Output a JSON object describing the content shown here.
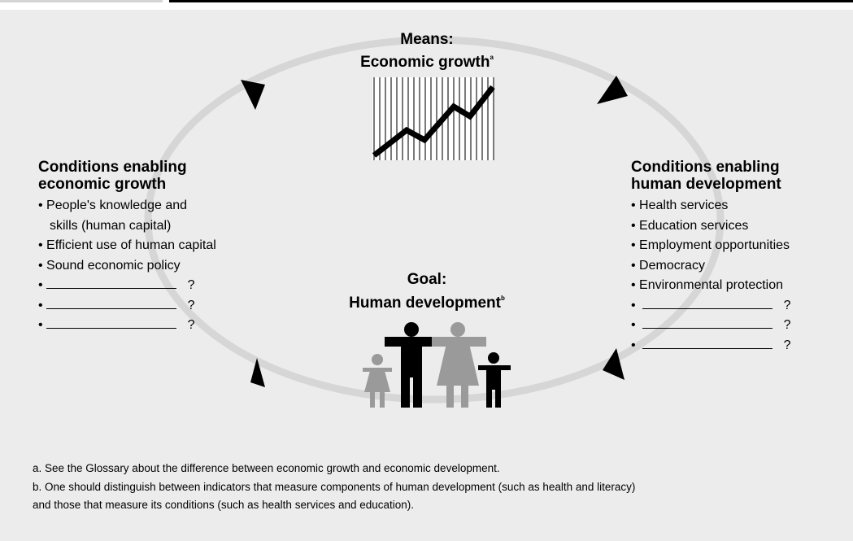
{
  "means": {
    "label": "Means:",
    "title": "Economic growth",
    "footnote_mark": "a"
  },
  "goal": {
    "label": "Goal:",
    "title": "Human development",
    "footnote_mark": "b"
  },
  "left_conditions": {
    "heading_line1": "Conditions enabling",
    "heading_line2": "economic growth",
    "item1_line1": "• People's knowledge and",
    "item1_line2": "skills (human capital)",
    "item2": "• Efficient use of human capital",
    "item3": "• Sound economic policy",
    "blank_bullet": "•",
    "blank_question": "?"
  },
  "right_conditions": {
    "heading_line1": "Conditions enabling",
    "heading_line2": "human development",
    "items": [
      "• Health services",
      "• Education services",
      "• Employment opportunities",
      "• Democracy",
      "• Environmental protection"
    ],
    "blank_bullet": "•",
    "blank_question": "?"
  },
  "footnotes": {
    "a": "a. See the Glossary about the difference between economic growth and economic development.",
    "b_line1": "b. One should distinguish between indicators that measure components of human development (such as health and literacy)",
    "b_line2": "and those that measure its conditions (such as health services and education)."
  },
  "colors": {
    "panel": "#ececec",
    "ring": "#d6d6d6",
    "dark": "#000000",
    "figure_gray": "#9a9a9a"
  },
  "icons": [
    "growth-chart-icon",
    "family-icon",
    "cycle-arrow-icon"
  ]
}
